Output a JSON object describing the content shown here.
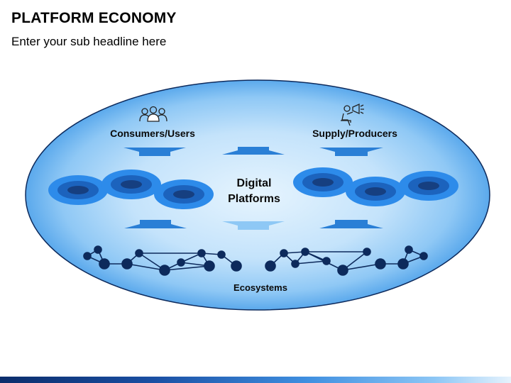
{
  "header": {
    "title": "PLATFORM ECONOMY",
    "subtitle": "Enter your sub headline here"
  },
  "diagram": {
    "consumers_label": "Consumers/Users",
    "supply_label": "Supply/Producers",
    "center_label_line1": "Digital",
    "center_label_line2": "Platforms",
    "ecosystems_label": "Ecosystems"
  },
  "icons": {
    "consumers": "users-group-icon",
    "supply": "presenter-megaphone-icon"
  },
  "colors": {
    "ellipse_light": "#e3f3fe",
    "ellipse_dark": "#5aaef0",
    "arrow_blue": "#2a7fd6",
    "arrow_light": "#8ec8f5",
    "disc_outer": "#2d8bea",
    "disc_inner": "#1a5fb0",
    "node_dark": "#0d2a5c"
  }
}
